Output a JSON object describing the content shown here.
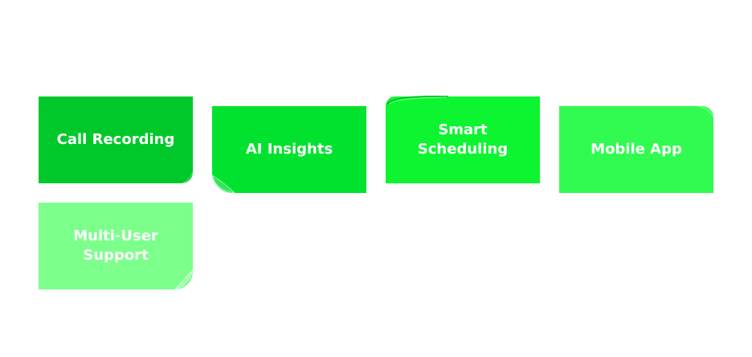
{
  "diagram": {
    "notes": [
      {
        "id": "n1",
        "label": "Call Recording",
        "color": "#00c82a"
      },
      {
        "id": "n2",
        "label": "AI Insights",
        "color": "#00e22e"
      },
      {
        "id": "n3",
        "label": "Smart Scheduling",
        "color": "#0cf530"
      },
      {
        "id": "n4",
        "label": "Mobile App",
        "color": "#31fb50"
      },
      {
        "id": "n5",
        "label": "Multi-User Support",
        "color": "#7dff8c"
      }
    ]
  }
}
